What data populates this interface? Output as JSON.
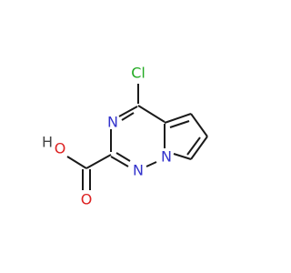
{
  "molecule": {
    "labels": {
      "chlorine": "Cl",
      "n_upper": "N",
      "n_lower": "N",
      "n_bridge": "N",
      "o_hydroxyl": "O",
      "h_hydroxyl": "H",
      "o_carbonyl": "O"
    }
  },
  "colors": {
    "bond": "#1a1a1a",
    "nitrogen": "#3333cc",
    "oxygen": "#dd2222",
    "chlorine": "#22aa22",
    "hydrogen": "#444444"
  }
}
